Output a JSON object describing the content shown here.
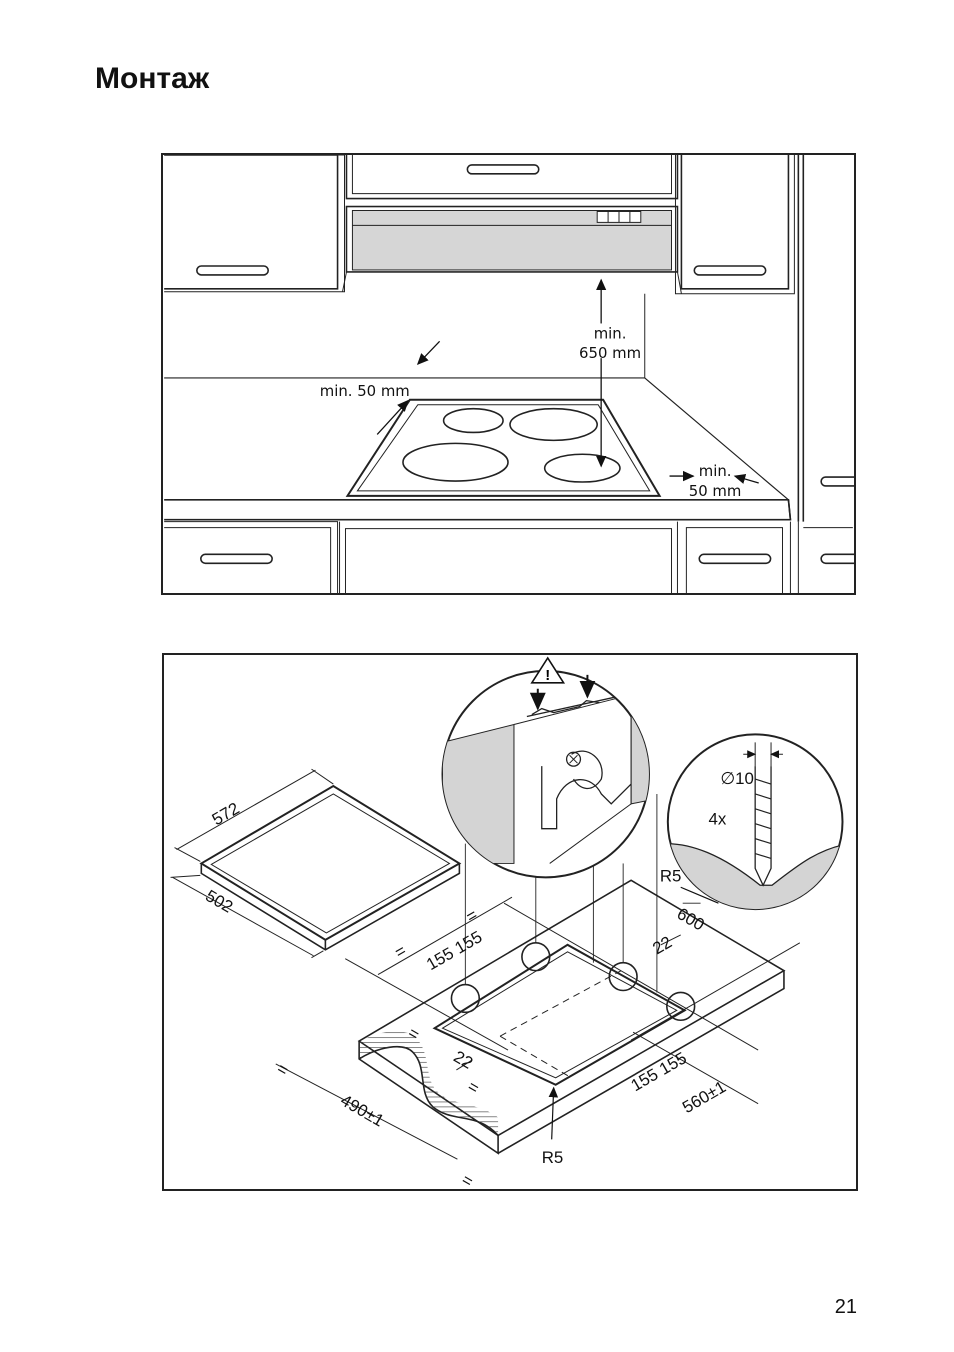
{
  "page": {
    "title": "Монтаж",
    "number": "21"
  },
  "kitchen_figure": {
    "label_hood_clearance_1": "min.",
    "label_hood_clearance_2": "650 mm",
    "label_back_clearance": "min. 50 mm",
    "label_side_clearance_1": "min.",
    "label_side_clearance_2": "50 mm"
  },
  "install_figure": {
    "dim_hob_depth": "572",
    "dim_hob_width": "502",
    "dim_cutout_depth": "600",
    "dim_offset_top": "22",
    "dim_offset_bottom": "22",
    "dim_bracket_left": "155 155",
    "dim_bracket_right": "155 155",
    "dim_cutout_width": "560±1",
    "dim_cutout_height": "490±1",
    "equal_sign": "=",
    "radius_top": "R5",
    "radius_bottom": "R5",
    "screw_count": "4x",
    "screw_diameter": "∅10",
    "warning_symbol": "!"
  }
}
